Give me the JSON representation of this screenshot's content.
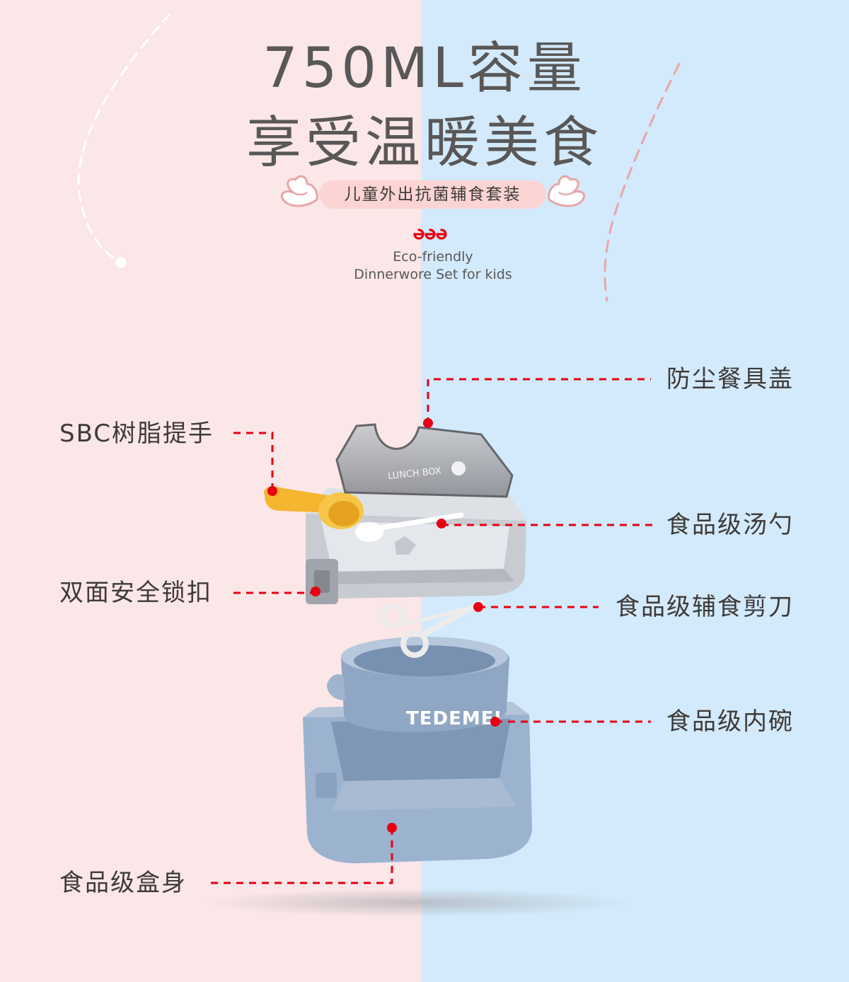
{
  "header": {
    "title_line1": "750ML容量",
    "title_line2": "享受温暖美食",
    "tagline": "儿童外出抗菌辅食套装",
    "subtitle_line1": "Eco-friendly",
    "subtitle_line2": "Dinnerwore Set for kids"
  },
  "callouts": {
    "lid": "防尘餐具盖",
    "handle": "SBC树脂提手",
    "spoon": "食品级汤勺",
    "lock": "双面安全锁扣",
    "scissors": "食品级辅食剪刀",
    "bowl": "食品级内碗",
    "box": "食品级盒身"
  },
  "product": {
    "lid_text": "LUNCH BOX",
    "bowl_brand": "TEDEMEI"
  },
  "icons": [
    "wing-left-icon",
    "wing-right-icon",
    "brand-logo-icon"
  ],
  "colors": {
    "bg_left": "#fbe6e8",
    "bg_right": "#d2eafb",
    "title": "#595757",
    "pill": "#fbd5d4",
    "leader_line": "#e60012",
    "bowl_blue": "#8fa7c4",
    "box_blue": "#9cb3cf",
    "lid_gray": "#c8ccd2",
    "handle_yellow": "#f5b52e"
  }
}
